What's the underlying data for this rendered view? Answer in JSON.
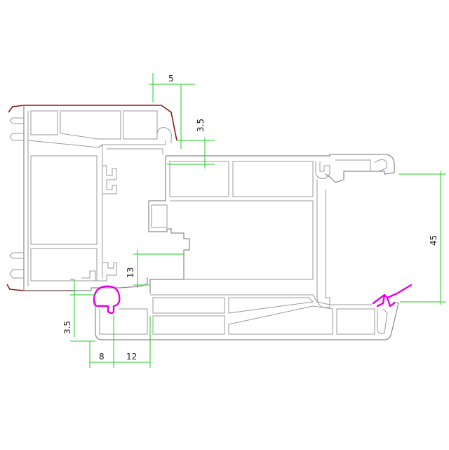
{
  "drawing": {
    "colors": {
      "profile": "#8a8a8a",
      "dimension_line": "#22cc22",
      "seal": "#e600e6",
      "cover_strip": "#8b1a1a"
    },
    "dimensions": {
      "top_width": "5",
      "top_height": "3.5",
      "right_height": "45",
      "mid_height": "13",
      "bottom_left_height": "3.5",
      "bottom_width_a": "8",
      "bottom_width_b": "12"
    }
  }
}
